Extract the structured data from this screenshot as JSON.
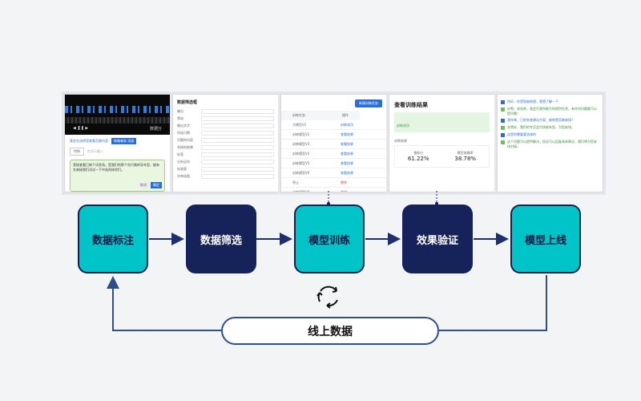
{
  "steps": [
    {
      "label": "数据标注"
    },
    {
      "label": "数据筛选"
    },
    {
      "label": "模型训练"
    },
    {
      "label": "效果验证"
    },
    {
      "label": "模型上线"
    }
  ],
  "online": {
    "label": "线上数据"
  },
  "thumb1": {
    "player_label": "数据分",
    "text": "直接查看已新个试验场，是我们的那个先行做的导车型，能有先来接我们试试一下中选再体验们。",
    "links": [
      "意定在选择里查看否跳内容",
      "新输者标 添加"
    ],
    "field_value": "特例",
    "placeholder": "在显示输入",
    "btn_cancel": "取消",
    "btn_ok": "确定"
  },
  "thumb2": {
    "title": "数据筛选框",
    "rows": [
      "输出",
      "筛选",
      "输出文字",
      "所选日期",
      "问题的内容",
      "系统的结果",
      "标签",
      "分析运作",
      "标准版",
      "外审选图"
    ]
  },
  "thumb3": {
    "button": "新建训练任务",
    "headers": [
      "训练任务",
      "操作"
    ],
    "rows": [
      {
        "name": "大模型V1",
        "status": "训练成功"
      },
      {
        "name": "训练模型V2",
        "status": "查看结果"
      },
      {
        "name": "训练模型V3",
        "status": "查看结果"
      },
      {
        "name": "训练模型V4",
        "status": "查看结果"
      },
      {
        "name": "训练模型V5",
        "status": "查看结果"
      },
      {
        "name": "训练模型V6",
        "status": "查看结果"
      },
      {
        "name": "停止",
        "status": "删除"
      },
      {
        "name": "训练模型V8",
        "status": "删除"
      }
    ]
  },
  "thumb4": {
    "title": "查看训练结果",
    "badge": "训练成功",
    "section": "训练结果",
    "metric1_label": "指标分",
    "metric1_value": "61.22%",
    "metric2_label": "模型准确率",
    "metric2_value": "38.78%"
  },
  "thumb5": {
    "messages": [
      {
        "side": "user",
        "text": "你好，你是智能助理，我想了解一下"
      },
      {
        "side": "bot",
        "text": "好啊，说说吧，我会尽我所能为你提供信息，有任何问题都可以提问哦！"
      },
      {
        "side": "user",
        "text": "我车顿，已经系统建议方案，维修是否能继续？"
      },
      {
        "side": "bot",
        "text": "非常好，我们的专员会尽快联系您，为您安排。"
      },
      {
        "side": "user",
        "text": "这是你需要要咨询的"
      },
      {
        "side": "bot",
        "text": "这个问题可以提供解决，您还可以回复具体情况，我们将为您安排对接。"
      }
    ]
  },
  "colors": {
    "teal": "#00c4c8",
    "navy": "#16225a",
    "arrow": "#1e2f6e",
    "loop": "#2f4f8a"
  }
}
